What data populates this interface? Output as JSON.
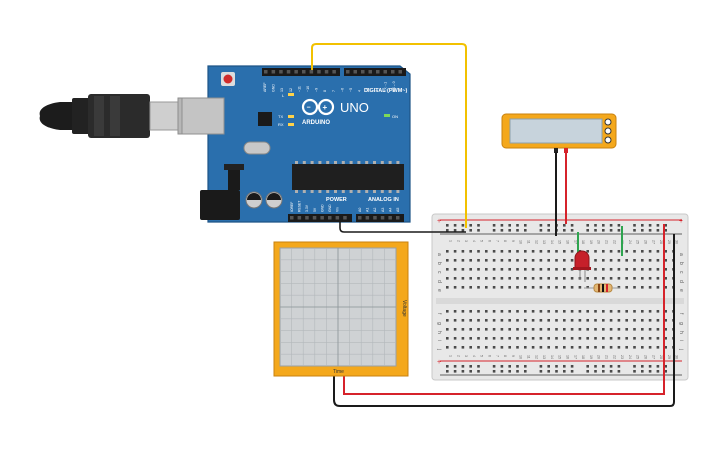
{
  "arduino": {
    "brand": "ARDUINO",
    "model": "UNO",
    "digital_label": "DIGITAL (PWM~)",
    "power_label": "POWER",
    "analog_label": "ANALOG IN",
    "on_label": "ON",
    "l_label": "L",
    "tx_label": "TX",
    "rx_label": "RX",
    "digital_pins": [
      "AREF",
      "GND",
      "13",
      "12",
      "~11",
      "~10",
      "~9",
      "8",
      "7",
      "~6",
      "~5",
      "4",
      "~3",
      "2",
      "TX→1",
      "RX←0"
    ],
    "power_pins": [
      "IOREF",
      "RESET",
      "3.3V",
      "5V",
      "GND",
      "GND",
      "Vin"
    ],
    "analog_pins": [
      "A0",
      "A1",
      "A2",
      "A3",
      "A4",
      "A5"
    ]
  },
  "breadboard": {
    "row_letters_top": [
      "a",
      "b",
      "c",
      "d",
      "e"
    ],
    "row_letters_bottom": [
      "f",
      "g",
      "h",
      "i",
      "j"
    ],
    "rail_plus": "+",
    "rail_minus": "-"
  },
  "oscilloscope": {
    "x_label": "Time",
    "y_label": "Voltage"
  },
  "colors": {
    "arduino_body": "#2a6fad",
    "arduino_dark": "#1d5486",
    "wire_yellow": "#f2c100",
    "wire_red": "#d6232b",
    "wire_black": "#1a1a1a",
    "wire_green": "#2ea44f",
    "scope_frame": "#f4a81c",
    "scope_screen": "#cfd2d4",
    "breadboard": "#e8e8e8",
    "led_red": "#c6202a",
    "multimeter_body": "#f4a81c",
    "multimeter_screen": "#c7d3dc"
  }
}
